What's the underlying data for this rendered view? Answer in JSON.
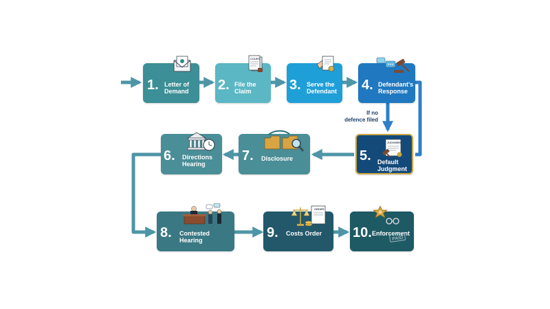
{
  "steps": [
    {
      "number": "1.",
      "label": "Letter of\nDemand",
      "icon": "envelope-icon"
    },
    {
      "number": "2.",
      "label": "File the\nClaim",
      "icon": "court-documents-icon"
    },
    {
      "number": "3.",
      "label": "Serve the\nDefendant",
      "icon": "served-document-icon"
    },
    {
      "number": "4.",
      "label": "Defendant's\nResponse",
      "icon": "gavel-speech-icon"
    },
    {
      "number": "5.",
      "label": "Default\nJudgment",
      "icon": "judgment-document-icon"
    },
    {
      "number": "6.",
      "label": "Directions\nHearing",
      "icon": "courthouse-clock-icon"
    },
    {
      "number": "7.",
      "label": "Disclosure",
      "icon": "folders-magnifier-icon"
    },
    {
      "number": "8.",
      "label": "Contested\nHearing",
      "icon": "courtroom-icon"
    },
    {
      "number": "9.",
      "label": "Costs Order",
      "icon": "scales-order-icon"
    },
    {
      "number": "10.",
      "label": "Enforcement",
      "icon": "badge-handcuffs-icon"
    }
  ],
  "branch_note": "If no\ndefence filed",
  "icon_texts": {
    "court_doc": "COURT",
    "judgment_doc": "JUDGMENT",
    "order_doc": "ORDER",
    "paid_stamp": "PAID"
  },
  "colors": {
    "arrow": "#4e95a6",
    "arrow_blue": "#2e7fc6",
    "step_1": "#3d8f97",
    "step_2": "#5bb7c3",
    "step_3": "#1f9fd8",
    "step_4": "#1f78c0",
    "step_5": "#134a7a",
    "step_5_border": "#c9a644",
    "step_6": "#4a8e97",
    "step_7": "#4a8e97",
    "step_8": "#3a7883",
    "step_9": "#22586a",
    "step_10": "#1e5a64"
  }
}
